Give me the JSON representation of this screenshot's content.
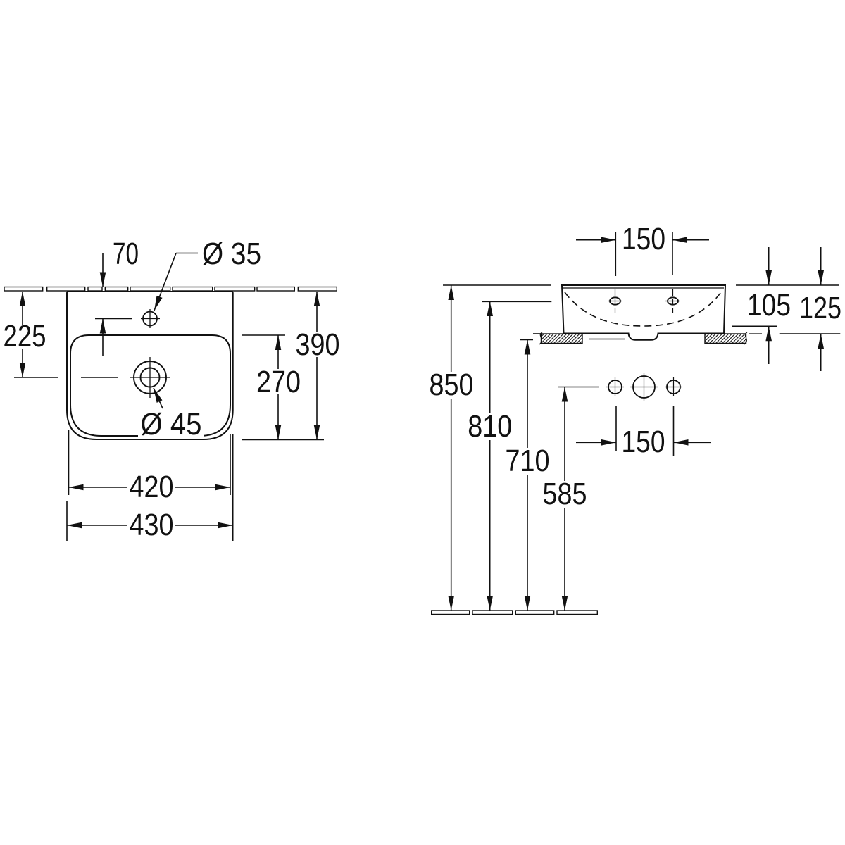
{
  "drawing": {
    "kind": "technical dimension drawing",
    "subject": "wall-mounted handrinse basin, plan view and front elevation",
    "ink_color": "#111111",
    "background_color": "#ffffff"
  },
  "labels": {
    "plan": {
      "tap_offset": "70",
      "tap_dia": "Ø 35",
      "drain_from_wall": "225",
      "depth_overall": "390",
      "bowl_depth": "270",
      "drain_dia": "Ø 45",
      "bowl_width": "420",
      "overall_width": "430"
    },
    "front": {
      "tap_spacing": "150",
      "inner_depth": "105",
      "body_height": "125",
      "rim_height": "850",
      "deck_height": "810",
      "underside_height": "710",
      "fixing_height": "585",
      "fixing_spacing": "150"
    }
  }
}
